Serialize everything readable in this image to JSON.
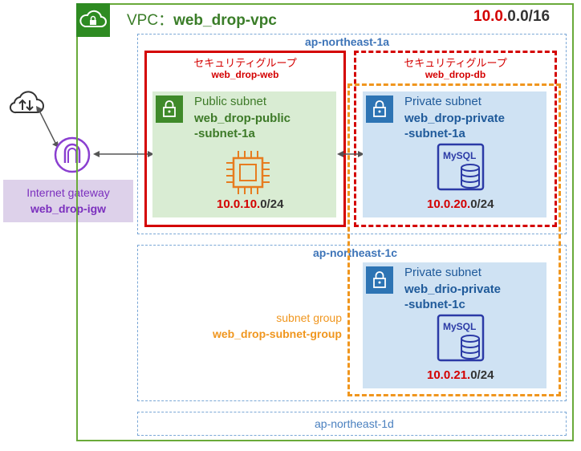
{
  "vpc": {
    "title_prefix": "VPC：",
    "title_name": "web_drop-vpc",
    "cidr_red": "10.0.",
    "cidr_rest": "0.0/16"
  },
  "az": {
    "a": "ap-northeast-1a",
    "c": "ap-northeast-1c",
    "d": "ap-northeast-1d"
  },
  "security_groups": {
    "web": {
      "label": "セキュリティグループ",
      "name": "web_drop-web"
    },
    "db": {
      "label": "セキュリティグループ",
      "name": "web_drop-db"
    }
  },
  "subnets": {
    "public": {
      "type": "Public subnet",
      "name_line1": "web_drop-public",
      "name_line2": "-subnet-1a",
      "cidr_red": "10.0.10.",
      "cidr_rest": "0/24"
    },
    "private_1a": {
      "type": "Private subnet",
      "name_line1": "web_drop-private",
      "name_line2": "-subnet-1a",
      "cidr_red": "10.0.20.",
      "cidr_rest": "0/24",
      "db_label": "MySQL"
    },
    "private_1c": {
      "type": "Private subnet",
      "name_line1": "web_drio-private",
      "name_line2": "-subnet-1c",
      "cidr_red": "10.0.21.",
      "cidr_rest": "0/24",
      "db_label": "MySQL"
    }
  },
  "subnet_group": {
    "label": "subnet group",
    "name": "web_drop-subnet-group"
  },
  "igw": {
    "label": "Internet gateway",
    "name": "web_drop-igw"
  },
  "icons": {
    "cloud": "cloud-upload-download-icon",
    "igw": "internet-gateway-icon",
    "vpc": "vpc-cloud-lock-icon",
    "ec2": "ec2-chip-icon",
    "mysql": "mysql-database-icon",
    "lock": "lock-icon"
  },
  "colors": {
    "vpc_green": "#2e8b22",
    "security_group_red": "#d40000",
    "subnet_group_orange": "#f0961e",
    "igw_purple": "#7b2fbe",
    "az_blue": "#3d74b8"
  }
}
